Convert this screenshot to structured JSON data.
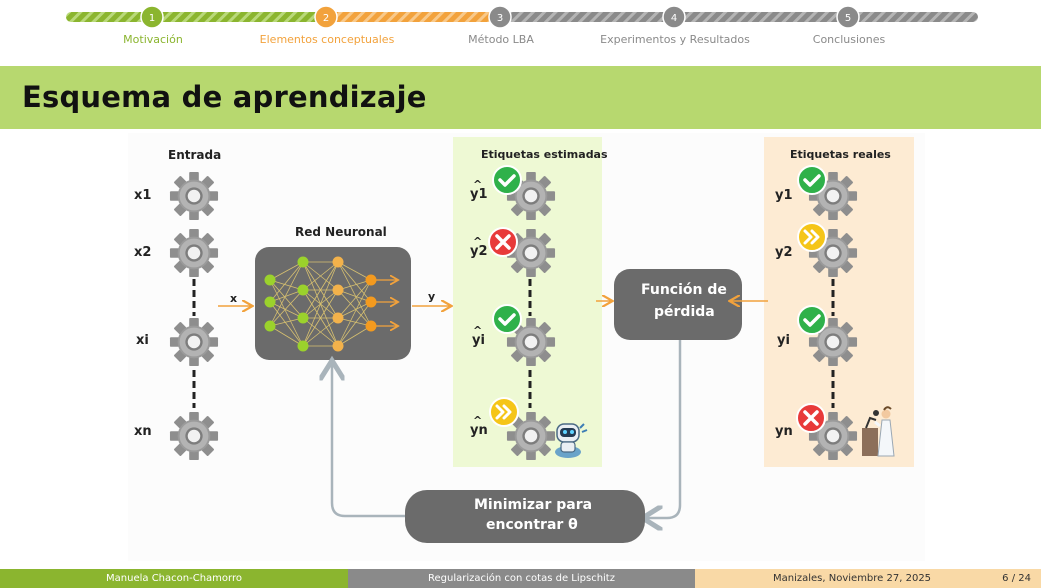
{
  "progress": {
    "steps": [
      {
        "num": "1",
        "label": "Motivación",
        "state": "done"
      },
      {
        "num": "2",
        "label": "Elementos conceptuales",
        "state": "current"
      },
      {
        "num": "3",
        "label": "Método LBA",
        "state": "todo"
      },
      {
        "num": "4",
        "label": "Experimentos y Resultados",
        "state": "todo"
      },
      {
        "num": "5",
        "label": "Conclusiones",
        "state": "todo"
      }
    ],
    "colors": {
      "done": "#8bb52f",
      "current": "#f2a23c",
      "todo": "#8a8a8a"
    }
  },
  "slide": {
    "title": "Esquema de aprendizaje"
  },
  "diagram": {
    "input_header": "Entrada",
    "inputs": [
      "x1",
      "x2",
      "xi",
      "xn"
    ],
    "network_label": "Red Neuronal",
    "arrow_x": "x",
    "arrow_y": "y",
    "estimated_header": "Etiquetas estimadas",
    "estimated": [
      "y1",
      "y2",
      "yi",
      "yn"
    ],
    "estimated_status": [
      "check",
      "cross",
      "check",
      "forward"
    ],
    "loss_label_1": "Función de",
    "loss_label_2": "pérdida",
    "real_header": "Etiquetas reales",
    "real": [
      "y1",
      "y2",
      "yi",
      "yn"
    ],
    "real_status": [
      "check",
      "forward",
      "check",
      "cross"
    ],
    "minimize_label_1": "Minimizar para",
    "minimize_label_2": "encontrar θ",
    "colors": {
      "estimated_bg": "#eef9d4",
      "real_bg": "#fdebd3",
      "box": "#6b6b6b",
      "arrow": "#f2a23c",
      "return": "#a9b4bb"
    }
  },
  "footer": {
    "author": "Manuela Chacon-Chamorro",
    "talk_title": "Regularización con cotas de Lipschitz",
    "date": "Manizales, Noviembre 27, 2025",
    "page": "6 / 24"
  }
}
